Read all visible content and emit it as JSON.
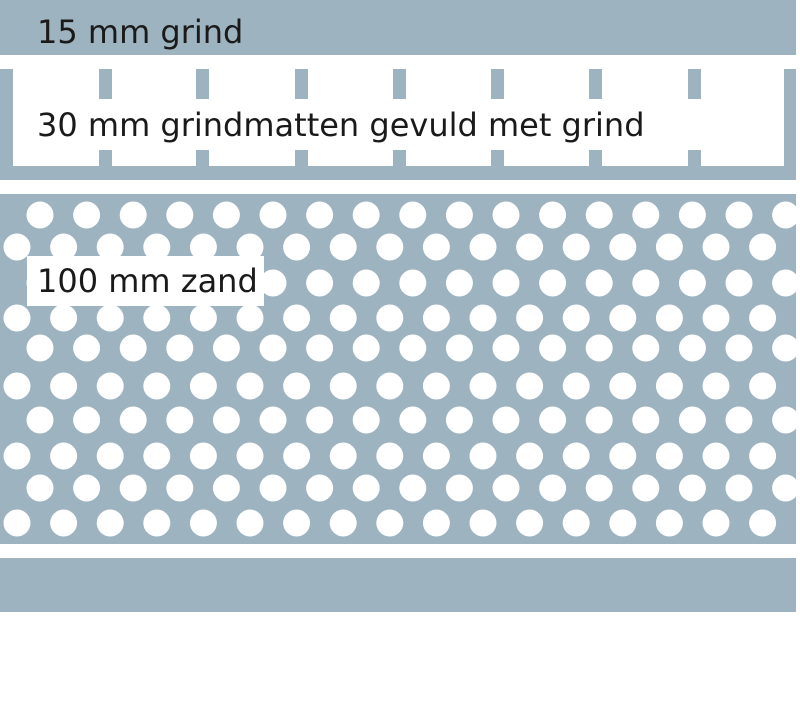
{
  "colors": {
    "layer": "#9db3c0",
    "background": "#ffffff",
    "text": "#1a1a1a"
  },
  "layers": {
    "gravel": {
      "label": "15 mm grind"
    },
    "gravel_mats": {
      "label": "30 mm grindmatten gevuld met grind"
    },
    "sand": {
      "label": "100 mm zand"
    },
    "base": {
      "label": ""
    }
  }
}
